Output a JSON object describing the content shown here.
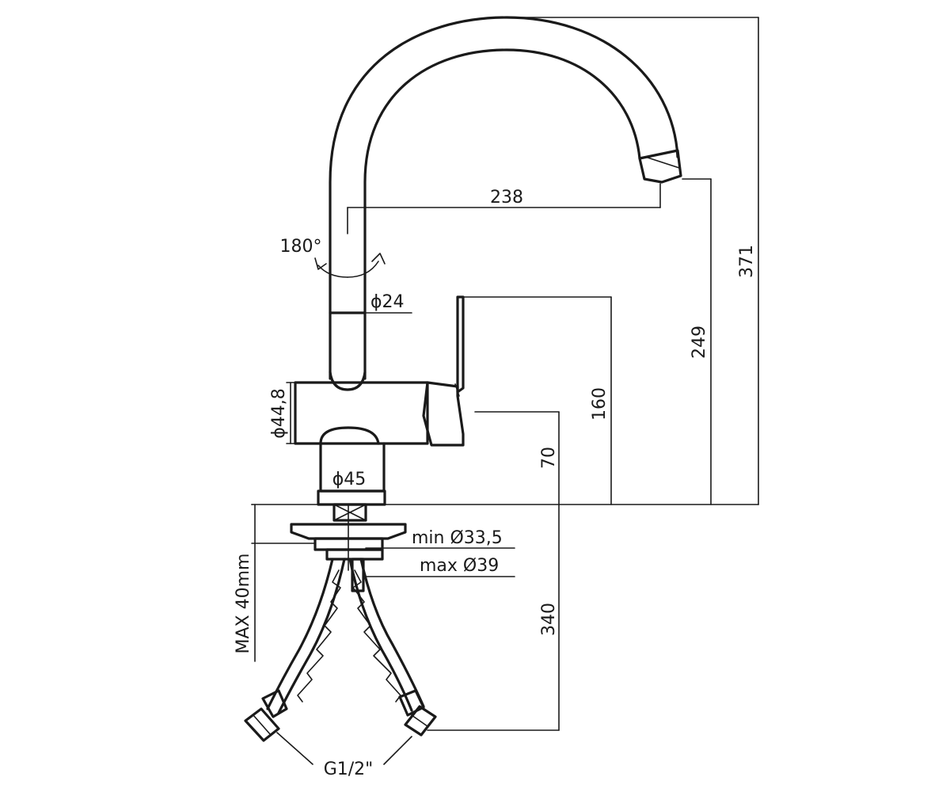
{
  "colors": {
    "line": "#1a1a1a",
    "background": "#ffffff"
  },
  "dimensions": {
    "reach": "238",
    "total_height": "371",
    "spout_height": "249",
    "lever_height": "160",
    "body_height": "70",
    "hose_length": "340",
    "swivel_angle": "180°",
    "spout_diameter": "ϕ24",
    "body_diameter": "ϕ44,8",
    "base_diameter": "ϕ45",
    "hole_min": "min Ø33,5",
    "hole_max": "max Ø39",
    "deck_thickness": "MAX 40mm",
    "connection": "G1/2\""
  }
}
